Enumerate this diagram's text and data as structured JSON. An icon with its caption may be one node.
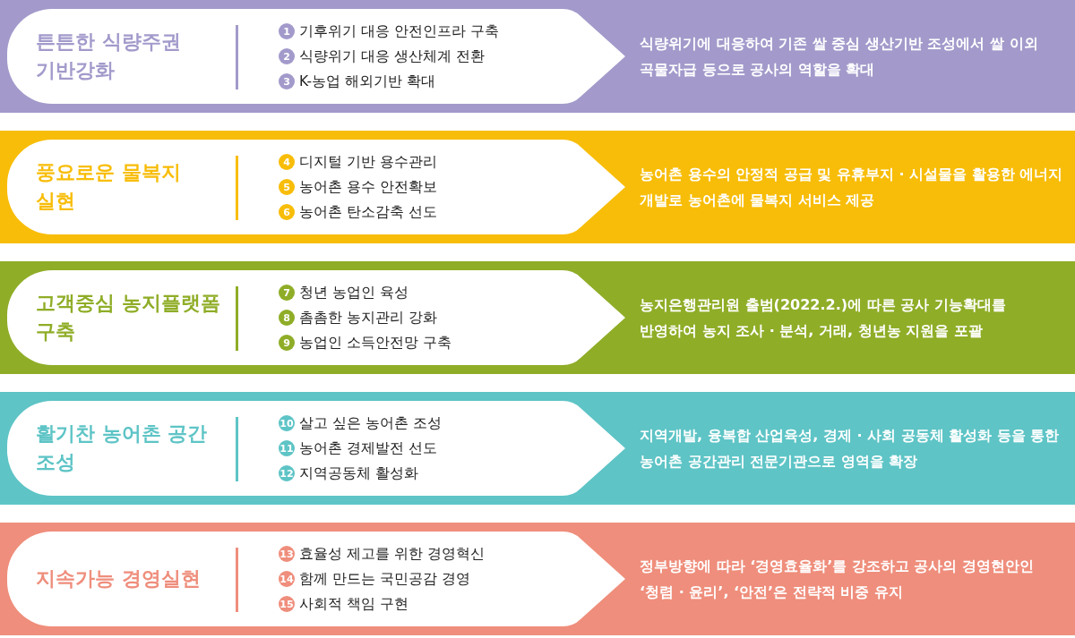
{
  "diagram": {
    "nodes": [
      {
        "text": [
          "식량위기에 대응하여 기존 쌀 중심 생산기반 조성에서 쌀 이외 곡물자급 등으로 공사의 역할을 확대"
        ]
      },
      {
        "text": [
          "튼튼한 식량주권 기반강화",
          "1",
          "기후위기 대응 안전인프라 구축",
          "2",
          "식량위기 대응 생산체계 전환",
          "3",
          "K-농업 해외기반 확대"
        ],
        "in": 0
      },
      {
        "text": [
          "농어촌 용수의 안정적 공급 및 유휴부지 · 시설물을 활용한 에너지 개발로 농어촌에 물복지 서비스 제공"
        ]
      },
      {
        "text": [
          "풍요로운 물복지 실현",
          "4",
          "디지털 기반 용수관리",
          "5",
          "농어촌 용수 안전확보",
          "6",
          "농어촌 탄소감축 선도"
        ],
        "in": 2
      },
      {
        "text": [
          "농지은행관리원 출범(2022.2.)에 따른 공사 기능확대를 반영하여 농지 조사 · 분석, 거래, 청년농 지원을 포괄"
        ]
      },
      {
        "text": [
          "고객중심 농지플랫폼 구축",
          "7",
          "청년 농업인 육성",
          "8",
          "촘촘한 농지관리 강화",
          "9",
          "농업인 소득안전망 구축"
        ],
        "in": 4
      },
      {
        "text": [
          "지역개발, 융복합 산업육성, 경제 · 사회 공동체 활성화 등을 통한 농어촌 공간관리 전문기관으로 영역을 확장"
        ]
      },
      {
        "text": [
          "활기찬 농어촌 공간 조성",
          "10",
          "살고 싶은 농어촌 조성",
          "11",
          "농어촌 경제발전 선도",
          "12",
          "지역공동체 활성화"
        ],
        "in": 6
      },
      {
        "text": [
          "정부방향에 따라 ‘경영효율화’를 강조하고 공사의 경영현안인 ‘청렴 · 윤리’, ‘안전’은 전략적 비중 유지"
        ]
      },
      {
        "text": [
          "지속가능 경영실현",
          "13",
          "효율성 제고를 위한 경영혁신",
          "14",
          "함께 만드는 국민공감 경영",
          "15",
          "사회적 책임 구현"
        ],
        "in": 8
      }
    ],
    "edges": []
  }
}
